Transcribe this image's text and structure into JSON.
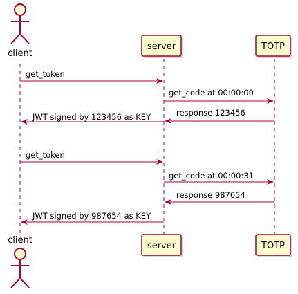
{
  "participants": {
    "client": "client",
    "server": "server",
    "totp": "TOTP"
  },
  "messages": [
    {
      "label": "get_token"
    },
    {
      "label": "get_code at 00:00:00"
    },
    {
      "label": "response 123456"
    },
    {
      "label": "JWT signed by 123456 as KEY"
    },
    {
      "label": "get_token"
    },
    {
      "label": "get_code at 00:00:31"
    },
    {
      "label": "response 987654"
    },
    {
      "label": "JWT signed by 987654 as KEY"
    }
  ],
  "colors": {
    "line": "#a80036",
    "box_fill": "#fefece"
  }
}
